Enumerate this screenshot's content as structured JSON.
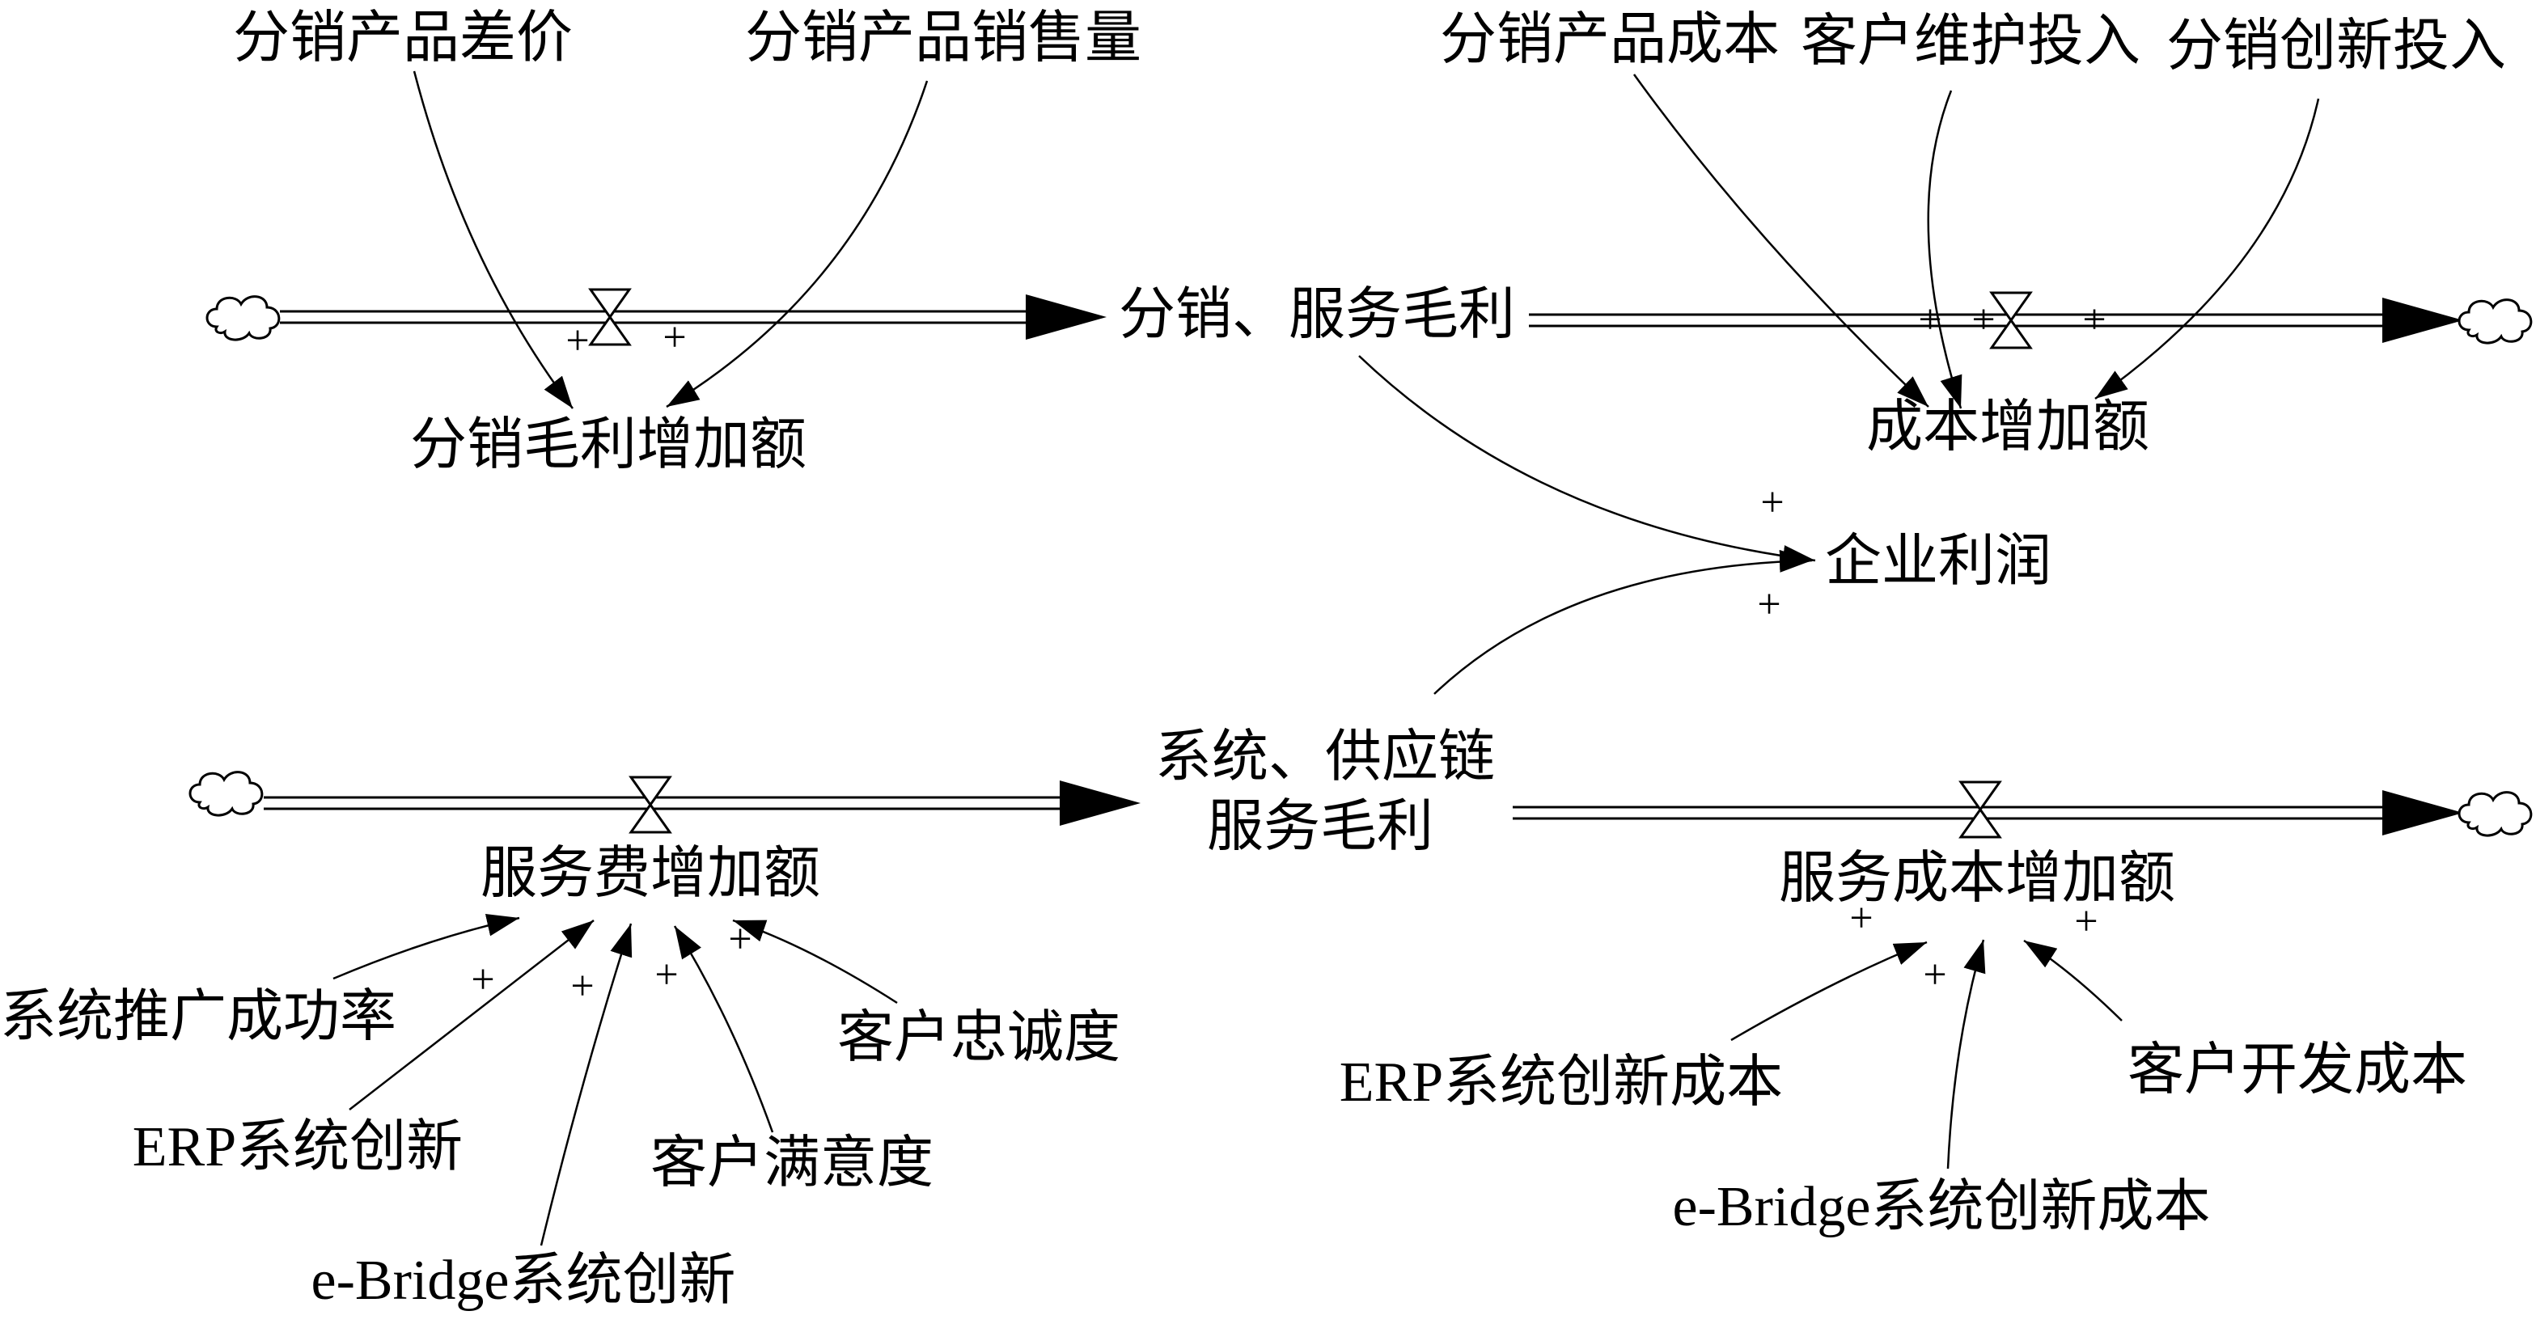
{
  "diagram": {
    "top_inputs": {
      "price_difference": "分销产品差价",
      "sales_volume": "分销产品销售量",
      "product_cost": "分销产品成本",
      "maintenance_investment": "客户维护投入",
      "innovation_investment": "分销创新投入"
    },
    "stocks": {
      "distribution_service_margin": "分销、服务毛利",
      "system_service_margin": [
        "系统、供应链",
        "服务毛利"
      ]
    },
    "rates": {
      "distribution_margin_increase": "分销毛利增加额",
      "cost_increase": "成本增加额",
      "service_fee_increase": "服务费增加额",
      "service_cost_increase": "服务成本增加额"
    },
    "output": {
      "enterprise_profit": "企业利润"
    },
    "service_fee_drivers": {
      "promotion_success_rate": "系统推广成功率",
      "erp_innovation": "ERP系统创新",
      "ebridge_innovation": "e-Bridge系统创新",
      "customer_satisfaction": "客户满意度",
      "customer_loyalty": "客户忠诚度"
    },
    "service_cost_drivers": {
      "erp_innovation_cost": "ERP系统创新成本",
      "ebridge_innovation_cost": "e-Bridge系统创新成本",
      "customer_development_cost": "客户开发成本"
    },
    "polarity": {
      "distribution_margin_increase": [
        "+",
        "+"
      ],
      "cost_increase": [
        "+",
        "+",
        "+"
      ],
      "enterprise_profit": [
        "+",
        "+"
      ],
      "service_fee_increase": [
        "+",
        "+",
        "+",
        "+"
      ],
      "service_cost_increase": [
        "+",
        "+",
        "+"
      ]
    }
  },
  "icons": {
    "source": "cloud-icon",
    "sink": "cloud-icon",
    "valve": "valve-icon"
  },
  "colors": {
    "ink": "#000000",
    "background": "#ffffff"
  }
}
